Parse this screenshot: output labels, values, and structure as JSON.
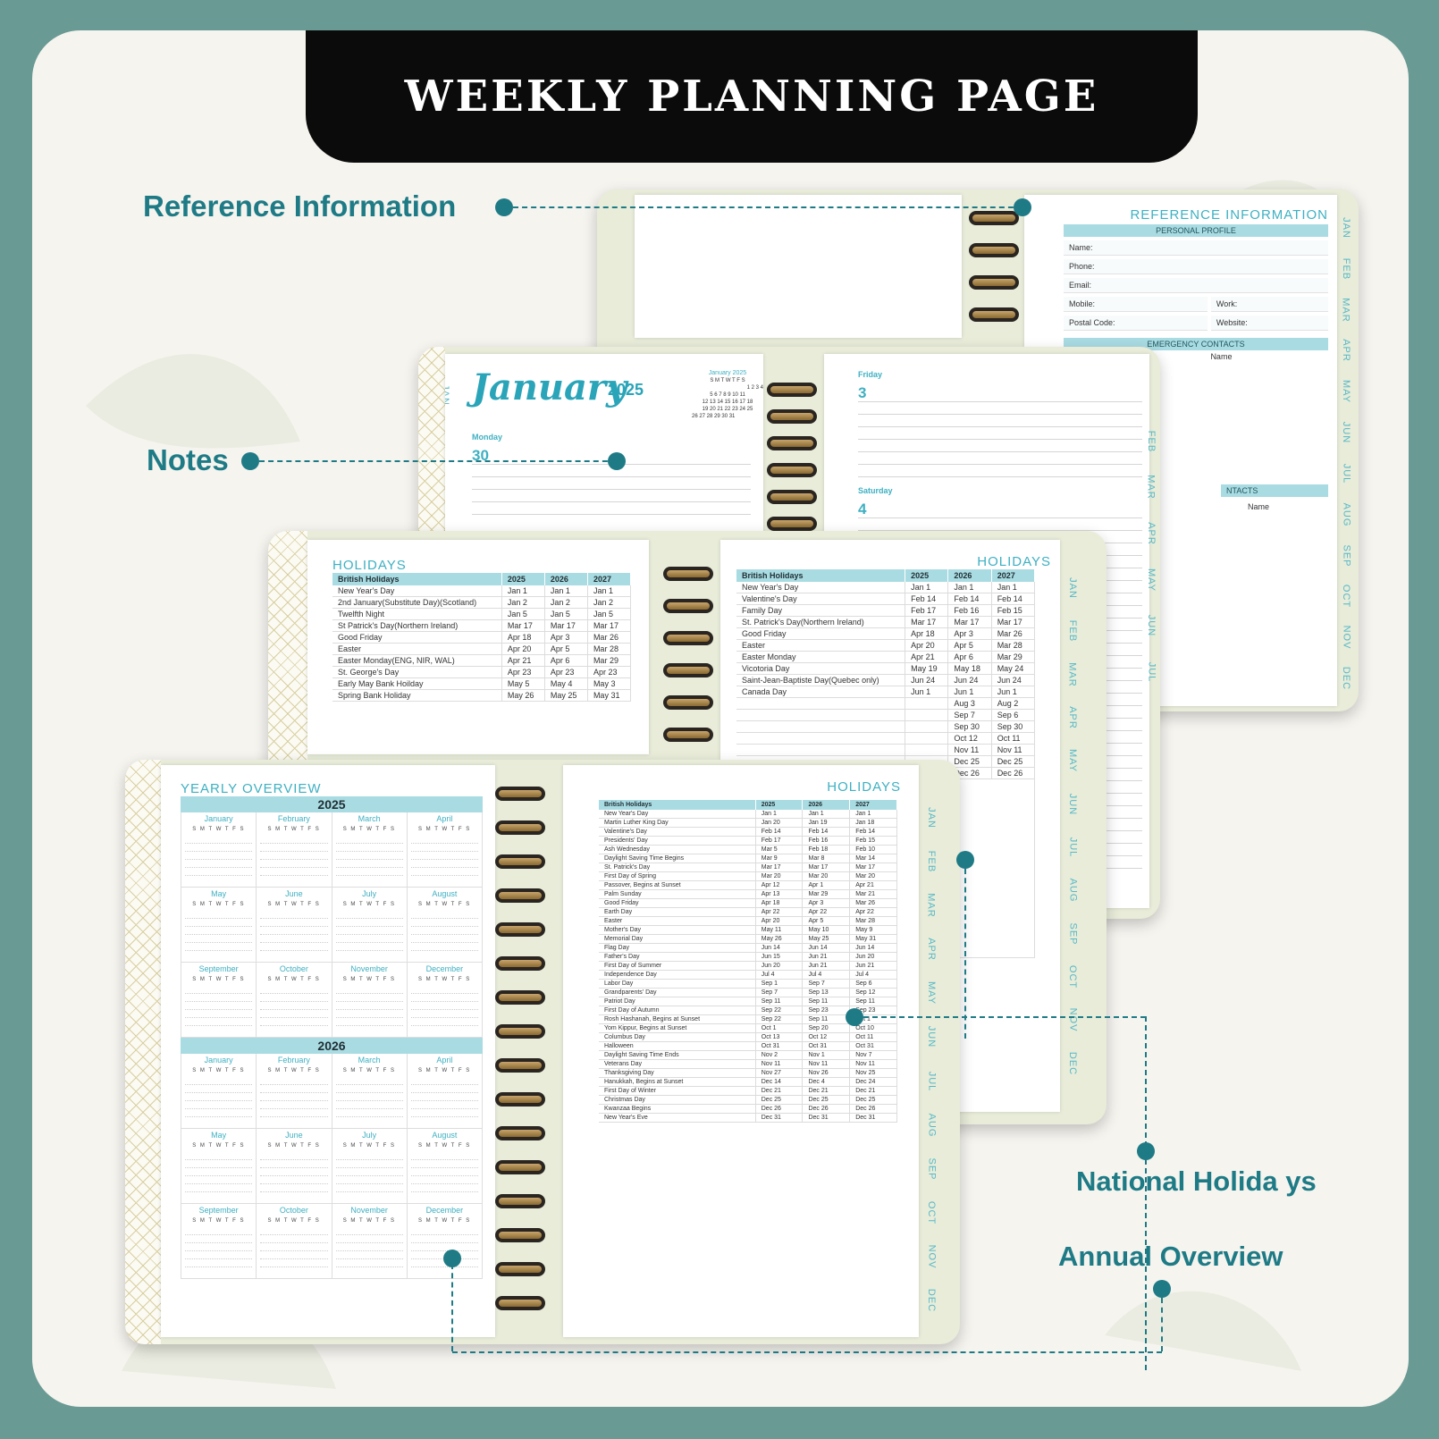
{
  "banner": {
    "title": "WEEKLY PLANNING PAGE"
  },
  "callouts": {
    "reference": "Reference Information",
    "notes": "Notes",
    "national": "National Holida ys",
    "annual": "Annual Overview"
  },
  "colors": {
    "accent": "#1e7b86",
    "tab_text": "#57b8c7",
    "header_fill": "#a9dbe3",
    "banner": "#0b0b0b",
    "frame": "#6a9a94"
  },
  "month_tabs": [
    "JAN",
    "FEB",
    "MAR",
    "APR",
    "MAY",
    "JUN",
    "JUL",
    "AUG",
    "SEP",
    "OCT",
    "NOV",
    "DEC"
  ],
  "reference_page": {
    "title": "REFERENCE  INFORMATION",
    "personal_profile": "PERSONAL PROFILE",
    "name": "Name:",
    "phone": "Phone:",
    "email": "Email:",
    "mobile": "Mobile:",
    "work": "Work:",
    "postal": "Postal Code:",
    "website": "Website:",
    "emergency": "EMERGENCY CONTACTS",
    "name_col": "Name",
    "contacts_fragment": "NTACTS"
  },
  "january_page": {
    "month_script": "January",
    "year": "2025",
    "mini_cal_title": "January 2025",
    "mini_cal_head": "S  M  T  W  T  F  S",
    "mini_cal_rows": [
      "1  2  3  4",
      "5  6  7  8  9  10  11",
      "12 13 14 15 16 17 18",
      "19 20 21 22 23 24 25",
      "26 27 28 29 30 31"
    ],
    "day_label": "Monday",
    "day_num": "30"
  },
  "friday_page": {
    "friday": "Friday",
    "friday_num": "3",
    "saturday": "Saturday",
    "saturday_num": "4"
  },
  "holidays_uk": {
    "title": "HOLIDAYS",
    "headers": [
      "British Holidays",
      "2025",
      "2026",
      "2027"
    ],
    "rows": [
      [
        "New Year's Day",
        "Jan 1",
        "Jan 1",
        "Jan 1"
      ],
      [
        "2nd January(Substitute Day)(Scotland)",
        "Jan 2",
        "Jan 2",
        "Jan 2"
      ],
      [
        "Twelfth Night",
        "Jan 5",
        "Jan 5",
        "Jan 5"
      ],
      [
        "St Patrick's Day(Northern Ireland)",
        "Mar 17",
        "Mar 17",
        "Mar 17"
      ],
      [
        "Good Friday",
        "Apr 18",
        "Apr 3",
        "Mar 26"
      ],
      [
        "Easter",
        "Apr 20",
        "Apr 5",
        "Mar 28"
      ],
      [
        "Easter Monday(ENG, NIR, WAL)",
        "Apr 21",
        "Apr 6",
        "Mar 29"
      ],
      [
        "St. George's Day",
        "Apr 23",
        "Apr 23",
        "Apr 23"
      ],
      [
        "Early May Bank Hoilday",
        "May 5",
        "May 4",
        "May 3"
      ],
      [
        "Spring Bank Holiday",
        "May 26",
        "May 25",
        "May 31"
      ]
    ]
  },
  "holidays_ca": {
    "title": "HOLIDAYS",
    "headers": [
      "British Holidays",
      "2025",
      "2026",
      "2027"
    ],
    "rows": [
      [
        "New Year's Day",
        "Jan 1",
        "Jan 1",
        "Jan 1"
      ],
      [
        "Valentine's Day",
        "Feb 14",
        "Feb 14",
        "Feb 14"
      ],
      [
        "Family Day",
        "Feb 17",
        "Feb 16",
        "Feb 15"
      ],
      [
        "St. Patrick's Day(Northern Ireland)",
        "Mar 17",
        "Mar 17",
        "Mar 17"
      ],
      [
        "Good Friday",
        "Apr 18",
        "Apr 3",
        "Mar 26"
      ],
      [
        "Easter",
        "Apr 20",
        "Apr 5",
        "Mar 28"
      ],
      [
        "Easter Monday",
        "Apr 21",
        "Apr 6",
        "Mar 29"
      ],
      [
        "Vicotoria Day",
        "May 19",
        "May 18",
        "May 24"
      ],
      [
        "Saint-Jean-Baptiste Day(Quebec only)",
        "Jun 24",
        "Jun 24",
        "Jun 24"
      ],
      [
        "Canada Day",
        "Jun 1",
        "Jun 1",
        "Jun 1"
      ],
      [
        "",
        "",
        "Aug 3",
        "Aug 2"
      ],
      [
        "",
        "",
        "Sep 7",
        "Sep 6"
      ],
      [
        "",
        "",
        "Sep 30",
        "Sep 30"
      ],
      [
        "",
        "",
        "Oct 12",
        "Oct 11"
      ],
      [
        "",
        "",
        "Nov 11",
        "Nov 11"
      ],
      [
        "",
        "",
        "Dec 25",
        "Dec 25"
      ],
      [
        "",
        "",
        "Dec 26",
        "Dec 26"
      ]
    ]
  },
  "holidays_us": {
    "title": "HOLIDAYS",
    "headers": [
      "British Holidays",
      "2025",
      "2026",
      "2027"
    ],
    "rows": [
      [
        "New Year's Day",
        "Jan 1",
        "Jan 1",
        "Jan 1"
      ],
      [
        "Martin Luther King Day",
        "Jan 20",
        "Jan 19",
        "Jan 18"
      ],
      [
        "Valentine's Day",
        "Feb 14",
        "Feb 14",
        "Feb 14"
      ],
      [
        "Presidents' Day",
        "Feb 17",
        "Feb 16",
        "Feb 15"
      ],
      [
        "Ash Wednesday",
        "Mar 5",
        "Feb 18",
        "Feb 10"
      ],
      [
        "Daylight Saving Time Begins",
        "Mar 9",
        "Mar 8",
        "Mar 14"
      ],
      [
        "St. Patrick's Day",
        "Mar 17",
        "Mar 17",
        "Mar 17"
      ],
      [
        "First Day of Spring",
        "Mar 20",
        "Mar 20",
        "Mar 20"
      ],
      [
        "Passover, Begins at Sunset",
        "Apr 12",
        "Apr 1",
        "Apr 21"
      ],
      [
        "Palm Sunday",
        "Apr 13",
        "Mar 29",
        "Mar 21"
      ],
      [
        "Good Friday",
        "Apr 18",
        "Apr 3",
        "Mar 26"
      ],
      [
        "Earth Day",
        "Apr 22",
        "Apr 22",
        "Apr 22"
      ],
      [
        "Easter",
        "Apr 20",
        "Apr 5",
        "Mar 28"
      ],
      [
        "Mother's Day",
        "May 11",
        "May 10",
        "May 9"
      ],
      [
        "Memorial Day",
        "May 26",
        "May 25",
        "May 31"
      ],
      [
        "Flag Day",
        "Jun 14",
        "Jun 14",
        "Jun 14"
      ],
      [
        "Father's Day",
        "Jun 15",
        "Jun 21",
        "Jun 20"
      ],
      [
        "First Day of Summer",
        "Jun 20",
        "Jun 21",
        "Jun 21"
      ],
      [
        "Independence Day",
        "Jul 4",
        "Jul 4",
        "Jul 4"
      ],
      [
        "Labor Day",
        "Sep 1",
        "Sep 7",
        "Sep 6"
      ],
      [
        "Grandparents' Day",
        "Sep 7",
        "Sep 13",
        "Sep 12"
      ],
      [
        "Patriot Day",
        "Sep 11",
        "Sep 11",
        "Sep 11"
      ],
      [
        "First Day of Autumn",
        "Sep 22",
        "Sep 23",
        "Sep 23"
      ],
      [
        "Rosh Hashanah, Begins at Sunset",
        "Sep 22",
        "Sep 11",
        "Oct 1"
      ],
      [
        "Yom Kippur, Begins at Sunset",
        "Oct 1",
        "Sep 20",
        "Oct 10"
      ],
      [
        "Columbus Day",
        "Oct 13",
        "Oct 12",
        "Oct 11"
      ],
      [
        "Halloween",
        "Oct 31",
        "Oct 31",
        "Oct 31"
      ],
      [
        "Daylight Saving Time Ends",
        "Nov 2",
        "Nov 1",
        "Nov 7"
      ],
      [
        "Veterans Day",
        "Nov 11",
        "Nov 11",
        "Nov 11"
      ],
      [
        "Thanksgiving Day",
        "Nov 27",
        "Nov 26",
        "Nov 25"
      ],
      [
        "Hanukkah, Begins at Sunset",
        "Dec 14",
        "Dec 4",
        "Dec 24"
      ],
      [
        "First Day of Winter",
        "Dec 21",
        "Dec 21",
        "Dec 21"
      ],
      [
        "Christmas Day",
        "Dec 25",
        "Dec 25",
        "Dec 25"
      ],
      [
        "Kwanzaa Begins",
        "Dec 26",
        "Dec 26",
        "Dec 26"
      ],
      [
        "New Year's Eve",
        "Dec 31",
        "Dec 31",
        "Dec 31"
      ]
    ]
  },
  "yearly": {
    "title": "YEARLY OVERVIEW",
    "years": [
      "2025",
      "2026"
    ],
    "months": [
      "January",
      "February",
      "March",
      "April",
      "May",
      "June",
      "July",
      "August",
      "September",
      "October",
      "November",
      "December"
    ],
    "weekdays": "S M T W T F S"
  }
}
